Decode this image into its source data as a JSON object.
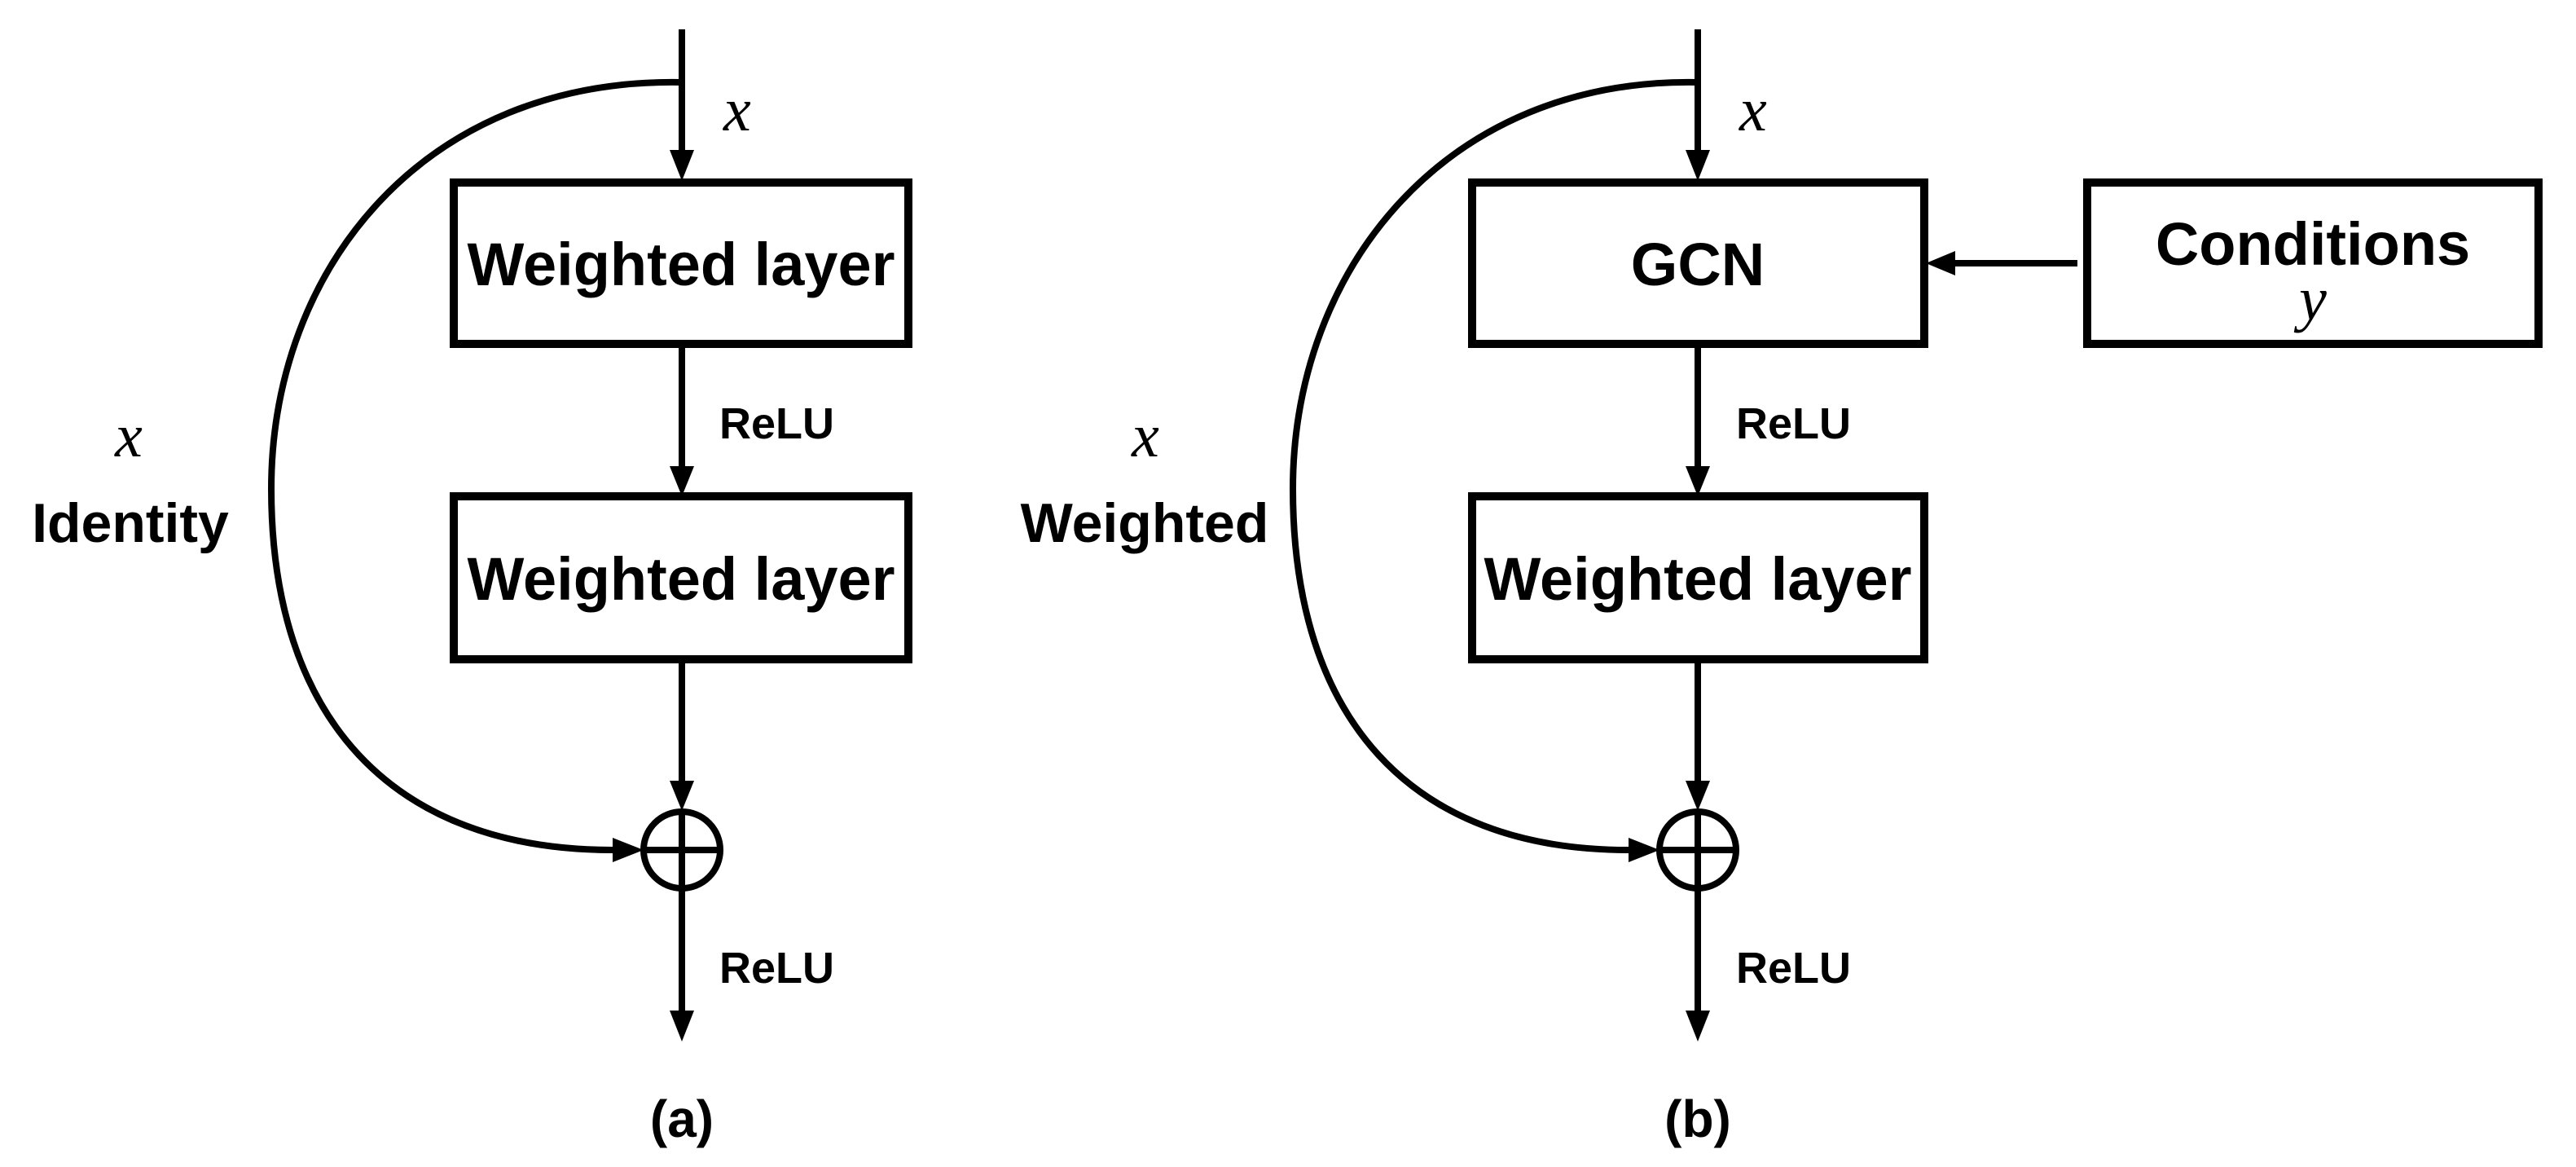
{
  "panels": [
    {
      "caption": "(a)",
      "input_label": "x",
      "skip_label": "x",
      "skip_type": "Identity",
      "box1": "Weighted layer",
      "activation1": "ReLU",
      "box2": "Weighted layer",
      "activation2": "ReLU",
      "merge_symbol": "add"
    },
    {
      "caption": "(b)",
      "input_label": "x",
      "skip_label": "x",
      "skip_type": "Weighted",
      "box1": "GCN",
      "activation1": "ReLU",
      "box2": "Weighted layer",
      "activation2": "ReLU",
      "merge_symbol": "add",
      "condition_box": "Conditions",
      "condition_var": "y"
    }
  ],
  "colors": {
    "stroke": "#000000",
    "background": "#ffffff"
  }
}
